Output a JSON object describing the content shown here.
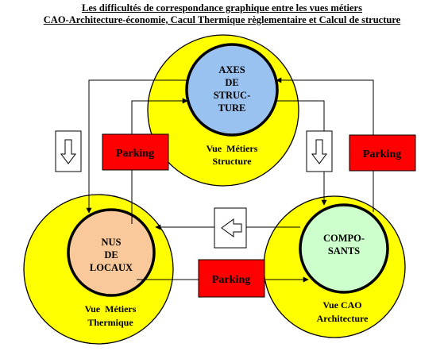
{
  "title": {
    "line1": "Les difficultés de correspondance graphique entre les vues métiers",
    "line2": "CAO-Architecture-économie, Cacul Thermique règlementaire et Calcul de structure"
  },
  "nodes": {
    "structure": {
      "inner": [
        "AXES",
        "DE",
        "STRUC-",
        "TURE"
      ],
      "outer": [
        "Vue  Métiers",
        "Structure"
      ]
    },
    "thermique": {
      "inner": [
        "NUS",
        "DE",
        "LOCAUX"
      ],
      "outer": [
        "Vue  Métiers",
        "Thermique"
      ]
    },
    "architecture": {
      "inner": [
        "COMPO-",
        "SANTS"
      ],
      "outer": [
        "Vue CAO",
        "Architecture"
      ]
    }
  },
  "parking": {
    "label": "Parking"
  },
  "colors": {
    "outer_circle": "#ffff00",
    "structure_inner": "#99c2f0",
    "thermique_inner": "#f9c89b",
    "architecture_inner": "#ccffcc",
    "parking": "#ff0000",
    "line": "#000000"
  },
  "icons": {
    "transfer_arrow": "hollow-block-arrow-icon"
  }
}
